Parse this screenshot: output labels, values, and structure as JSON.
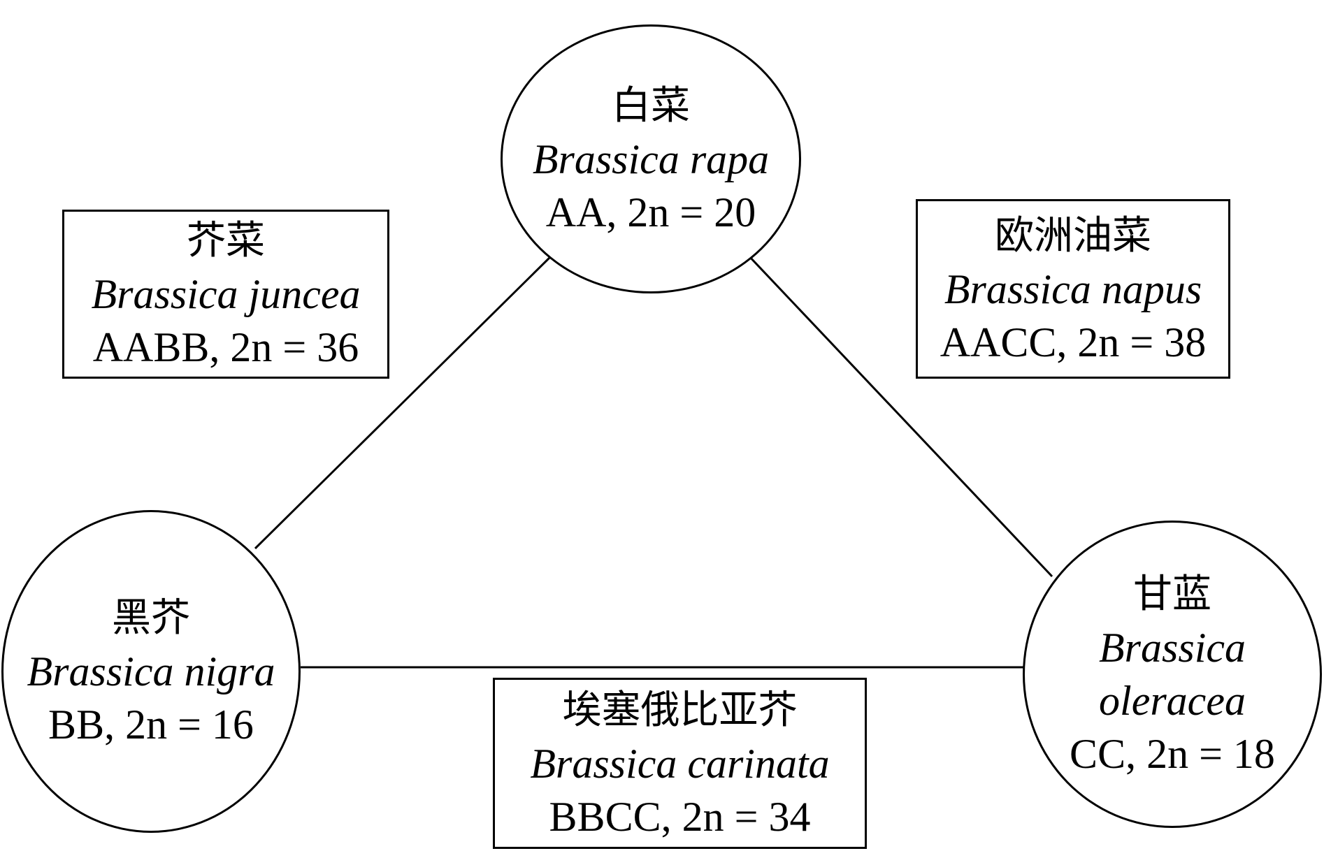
{
  "species": {
    "rapa": {
      "chinese_name": "白菜",
      "latin_name": "Brassica rapa",
      "genome": "AA, 2n = 20"
    },
    "nigra": {
      "chinese_name": "黑芥",
      "latin_name": "Brassica nigra",
      "genome": "BB, 2n = 16"
    },
    "oleracea": {
      "chinese_name": "甘蓝",
      "latin_name_genus": "Brassica",
      "latin_name_species": "oleracea",
      "genome": "CC, 2n = 18"
    }
  },
  "hybrids": {
    "juncea": {
      "chinese_name": "芥菜",
      "latin_name": "Brassica juncea",
      "genome": "AABB, 2n = 36"
    },
    "napus": {
      "chinese_name": "欧洲油菜",
      "latin_name": "Brassica napus",
      "genome": "AACC, 2n = 38"
    },
    "carinata": {
      "chinese_name": "埃塞俄比亚芥",
      "latin_name": "Brassica carinata",
      "genome": "BBCC, 2n = 34"
    }
  },
  "colors": {
    "stroke": "#000000",
    "background": "#ffffff"
  }
}
